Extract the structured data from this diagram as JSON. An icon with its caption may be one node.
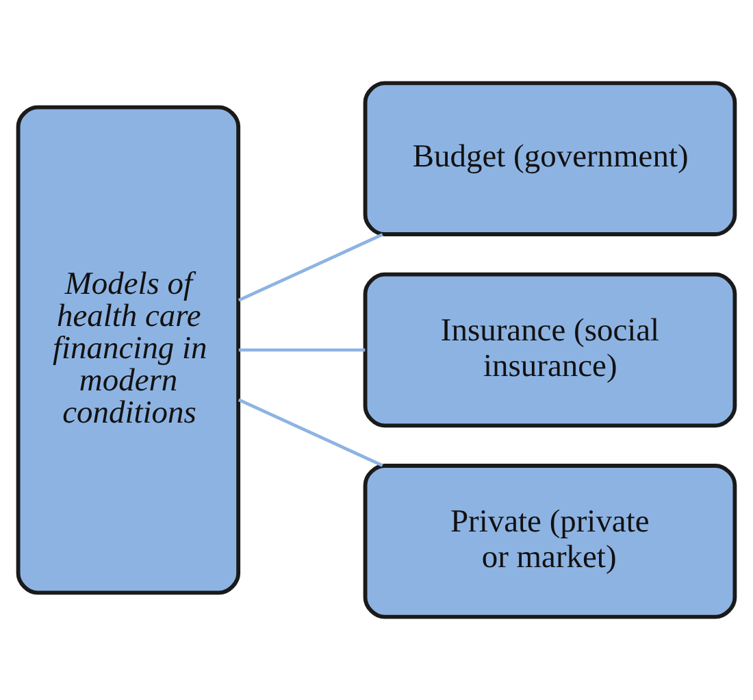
{
  "diagram": {
    "nodes": [
      {
        "text": [
          "Models of health care financing in modern conditions"
        ]
      },
      {
        "text": [
          "Budget (government)"
        ]
      },
      {
        "text": [
          "Insurance (social insurance)"
        ]
      },
      {
        "text": [
          "Private (private or market)"
        ]
      }
    ],
    "edges": [
      {
        "from": 0,
        "to": 1,
        "arrow": "none"
      },
      {
        "from": 0,
        "to": 2,
        "arrow": "none"
      },
      {
        "from": 0,
        "to": 3,
        "arrow": "none"
      }
    ]
  }
}
